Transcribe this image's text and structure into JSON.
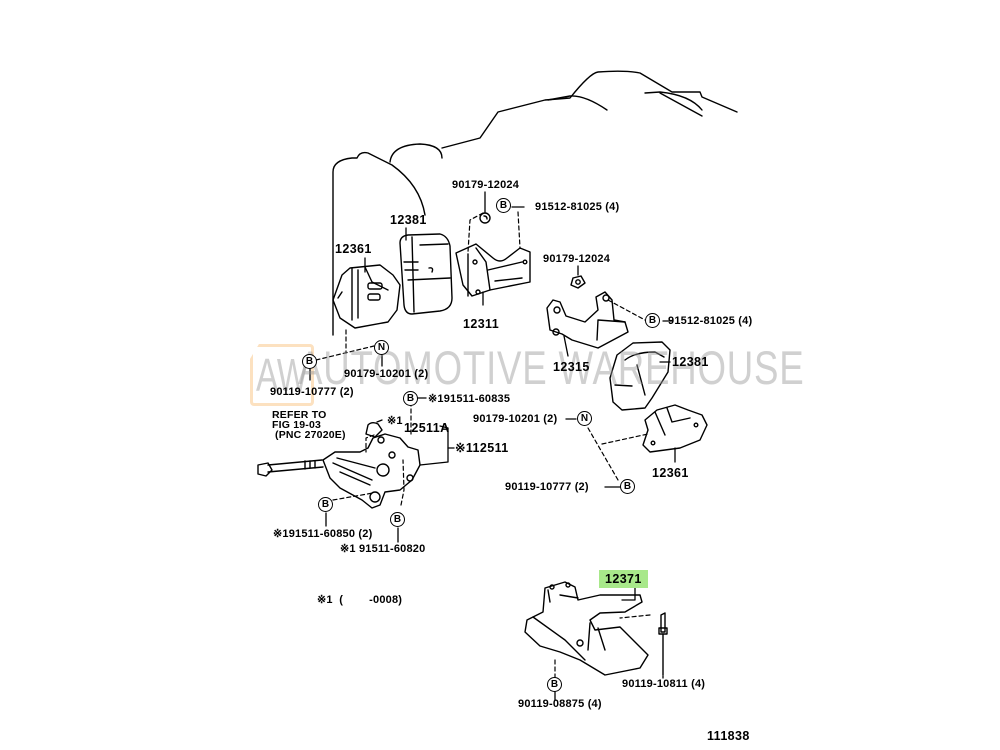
{
  "watermark": {
    "logo": "AW",
    "text": "AUTOMOTIVE WAREHOUSE"
  },
  "highlight_color": "#a8e88a",
  "labels": {
    "p90179_12024_top": "90179-12024",
    "p91512_81025_top": "91512-81025 (4)",
    "p12381_left": "12381",
    "p12361_left": "12361",
    "p12311": "12311",
    "p90179_12024_mid": "90179-12024",
    "p91512_81025_mid": "91512-81025 (4)",
    "p12315": "12315",
    "p12381_right": "12381",
    "p90119_10777_left": "90119-10777 (2)",
    "p90179_10201_left": "90179-10201 (2)",
    "p191511_60835": "※191511-60835",
    "p90179_10201_right": "90179-10201 (2)",
    "p12361_right": "12361",
    "p90119_10777_right": "90119-10777 (2)",
    "refer_line1": "REFER TO",
    "refer_line2": "FIG 19-03",
    "refer_line3": "(PNC 27020E)",
    "p12511A_mark": "※1",
    "p12511A": "12511A",
    "p112511": "※112511",
    "p191511_60850": "※191511-60850 (2)",
    "p91511_60820": "※1 91511-60820",
    "footnote": "※1  (        -0008)",
    "p12371": "12371",
    "p90119_10811": "90119-10811 (4)",
    "p90119_08875": "90119-08875 (4)",
    "diagram_id": "111838"
  },
  "callouts": {
    "bolt": "B",
    "nut": "N"
  }
}
